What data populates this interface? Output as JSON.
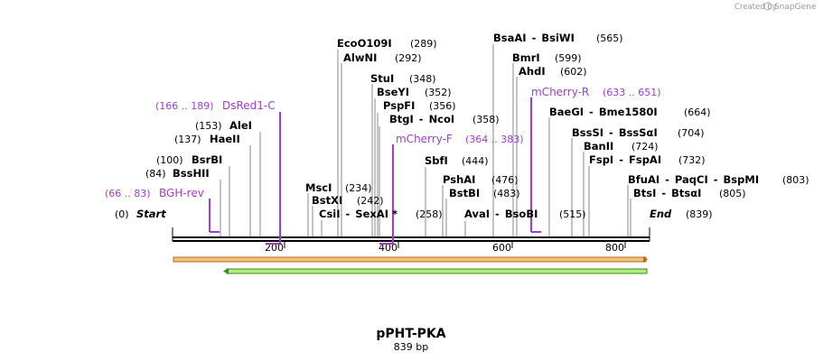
{
  "credit": {
    "created_by": "Created by",
    "brand": "SnapGene"
  },
  "title": "pPHT-PKA",
  "length_label": "839 bp",
  "start_label": {
    "pos": "(0)",
    "name": "Start"
  },
  "end_label": {
    "name": "End",
    "pos": "(839)"
  },
  "axis_ticks": [
    "200",
    "400",
    "600",
    "800"
  ],
  "enzymes": [
    {
      "name": "EcoO109I",
      "pos": "(289)"
    },
    {
      "name": "AlwNI",
      "pos": "(292)"
    },
    {
      "name": "StuI",
      "pos": "(348)"
    },
    {
      "name": "BseYI",
      "pos": "(352)"
    },
    {
      "name": "PspFI",
      "pos": "(356)"
    },
    {
      "name": "BtgI",
      "sep": "-",
      "name2": "NcoI",
      "pos": "(358)"
    },
    {
      "name": "SbfI",
      "pos": "(444)"
    },
    {
      "name": "PshAI",
      "pos": "(476)"
    },
    {
      "name": "BstBI",
      "pos": "(483)"
    },
    {
      "name": "AvaI",
      "sep": "-",
      "name2": "BsoBI",
      "pos": "(515)"
    },
    {
      "name": "BsaAI",
      "sep": "-",
      "name2": "BsiWI",
      "pos": "(565)"
    },
    {
      "name": "BmrI",
      "pos": "(599)"
    },
    {
      "name": "AhdI",
      "pos": "(602)"
    },
    {
      "name": "BaeGI",
      "sep": "-",
      "name2": "Bme1580I",
      "pos": "(664)"
    },
    {
      "name": "BssSI",
      "sep": "-",
      "name2": "BssSαI",
      "pos": "(704)"
    },
    {
      "name": "BanII",
      "pos": "(724)"
    },
    {
      "name": "FspI",
      "sep": "-",
      "name2": "FspAI",
      "pos": "(732)"
    },
    {
      "name": "BfuAI",
      "sep": "-",
      "name2": "PaqCI",
      "sep2": "-",
      "name3": "BspMI",
      "pos": "(803)"
    },
    {
      "name": "BtsI",
      "sep": "-",
      "name2": "BtsαI",
      "pos": "(805)"
    },
    {
      "name": "AleI",
      "pos": "(153)"
    },
    {
      "name": "HaeII",
      "pos": "(137)"
    },
    {
      "name": "BsrBI",
      "pos": "(100)"
    },
    {
      "name": "BssHII",
      "pos": "(84)"
    },
    {
      "name": "MscI",
      "pos": "(234)"
    },
    {
      "name": "BstXI",
      "pos": "(242)"
    },
    {
      "name": "CsiI",
      "sep": "-",
      "name2": "SexAI *",
      "pos": "(258)"
    }
  ],
  "primers": [
    {
      "name": "DsRed1-C",
      "pos": "(166 .. 189)"
    },
    {
      "name": "BGH-rev",
      "pos": "(66 .. 83)"
    },
    {
      "name": "mCherry-F",
      "pos": "(364 .. 383)"
    },
    {
      "name": "mCherry-R",
      "pos": "(633 .. 651)"
    }
  ],
  "colors": {
    "primer": "#a23bd4",
    "feature_orange": "#f5c07a",
    "feature_orange_border": "#b07020",
    "feature_green": "#b4ec7e",
    "feature_green_border": "#3a8a1a",
    "backbone": "#000000"
  }
}
